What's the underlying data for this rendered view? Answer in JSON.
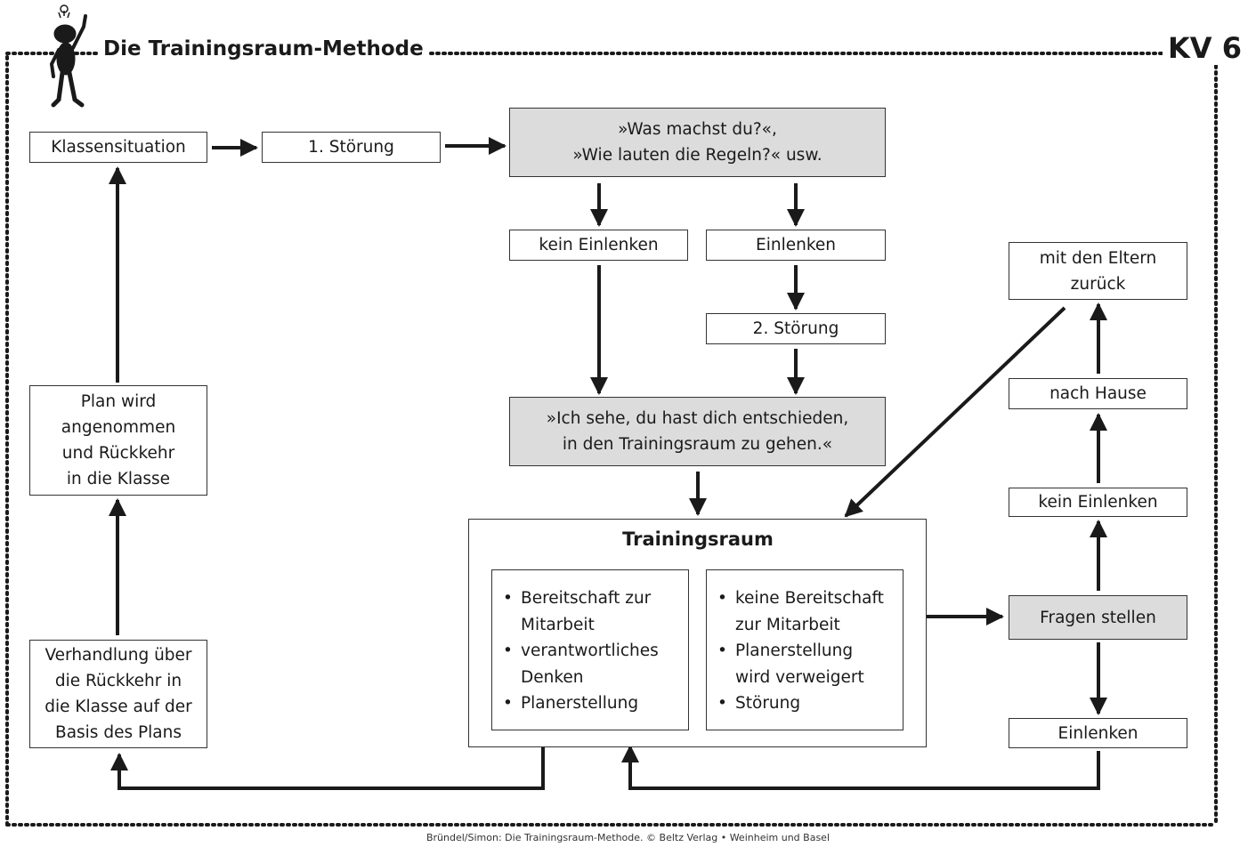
{
  "header": {
    "title": "Die Trainingsraum-Methode",
    "badge": "KV 6"
  },
  "boxes": {
    "klassensituation": "Klassensituation",
    "stoerung1": "1. Störung",
    "frage": "»Was machst du?«,\n»Wie lauten die Regeln?« usw.",
    "kein_einlenken": "kein Einlenken",
    "einlenken": "Einlenken",
    "stoerung2": "2. Störung",
    "entschieden": "»Ich sehe, du hast dich entschieden,\nin den Trainingsraum zu gehen.«",
    "plan": "Plan wird\nangenommen\nund Rückkehr\nin die Klasse",
    "verhandlung": "Verhandlung über\ndie Rückkehr in\ndie Klasse auf der\nBasis des Plans",
    "eltern": "mit den Eltern\nzurück",
    "nach_hause": "nach Hause",
    "kein_einlenken_right": "kein Einlenken",
    "fragen": "Fragen stellen",
    "einlenken_right": "Einlenken"
  },
  "trainingsraum": {
    "title": "Trainingsraum",
    "left_items": [
      "Bereitschaft zur\nMitarbeit",
      "verantwortliches\nDenken",
      "Planerstellung"
    ],
    "right_items": [
      "keine Bereitschaft\nzur Mitarbeit",
      "Planerstellung\nwird verweigert",
      "Störung"
    ]
  },
  "footer": "Bründel/Simon: Die Trainingsraum-Methode. © Beltz Verlag • Weinheim und Basel"
}
